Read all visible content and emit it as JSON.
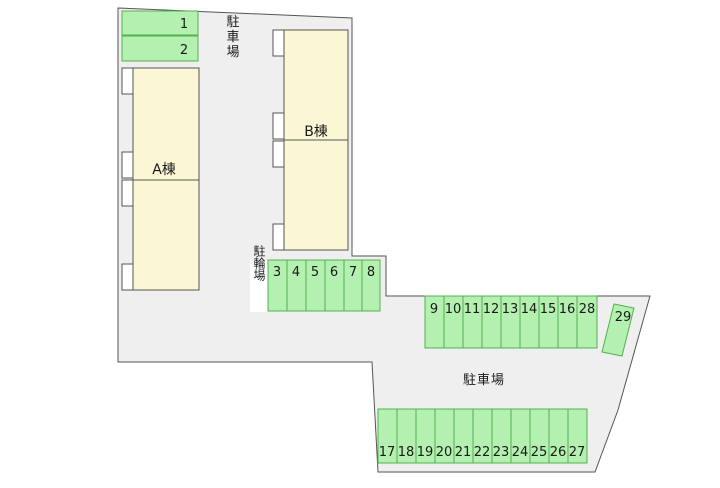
{
  "buildings": {
    "a": {
      "label": "A棟"
    },
    "b": {
      "label": "B棟"
    }
  },
  "parking_labels": {
    "north": "駐車場",
    "south": "駐車場"
  },
  "bicycle_parking": {
    "label": "駐輪場"
  },
  "parking_spaces": {
    "top_left": [
      "1",
      "2"
    ],
    "middle_row": [
      "3",
      "4",
      "5",
      "6",
      "7",
      "8"
    ],
    "right_row": [
      "9",
      "10",
      "11",
      "12",
      "13",
      "14",
      "15",
      "16",
      "28"
    ],
    "angled": [
      "29"
    ],
    "bottom_row": [
      "17",
      "18",
      "19",
      "20",
      "21",
      "22",
      "23",
      "24",
      "25",
      "26",
      "27"
    ]
  },
  "colors": {
    "lot_fill": "#efefef",
    "lot_border": "#555555",
    "building_fill": "#fbf7d4",
    "space_fill": "#b4f0b0",
    "space_border": "#55b050"
  }
}
